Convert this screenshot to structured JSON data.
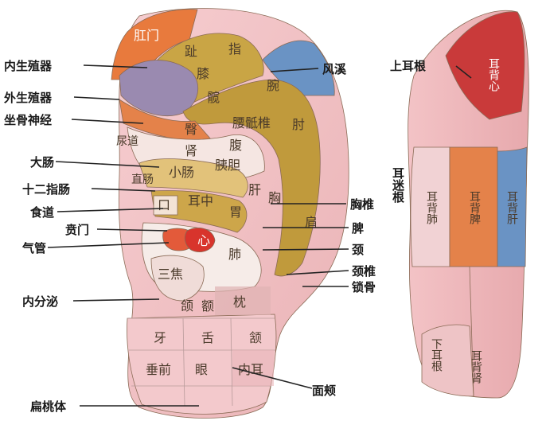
{
  "front_ear": {
    "outer_labels": {
      "inner_genital": "内生殖器",
      "outer_genital": "外生殖器",
      "sciatic": "坐骨神经",
      "large_intestine": "大肠",
      "duodenum": "十二指肠",
      "esophagus": "食道",
      "cardia": "贲门",
      "trachea": "气管",
      "endocrine": "内分泌",
      "tonsil": "扁桃体",
      "fengxi": "风溪",
      "thoracic_spine": "胸椎",
      "spleen": "脾",
      "neck": "颈",
      "cervical_spine": "颈椎",
      "clavicle": "锁骨",
      "cheek": "面颊"
    },
    "regions": {
      "anus": "肛门",
      "toe": "趾",
      "finger": "指",
      "knee": "膝",
      "hip": "髋",
      "wrist": "腕",
      "buttock": "臀",
      "lumbosacral": "腰骶椎",
      "elbow": "肘",
      "urethra": "尿道",
      "kidney": "肾",
      "abdomen": "腹",
      "rectum": "直肠",
      "small_intestine": "小肠",
      "pancreas_gb": "胰胆",
      "liver": "肝",
      "ear_center": "耳中",
      "mouth": "口",
      "stomach": "胃",
      "chest": "胸",
      "shoulder": "肩",
      "heart": "心",
      "lung": "肺",
      "sanjiao": "三焦",
      "jaw": "颌",
      "forehead": "额",
      "occiput": "枕",
      "tooth": "牙",
      "tongue": "舌",
      "mandible": "颔",
      "anterior_lobe": "垂前",
      "eye": "眼",
      "inner_ear": "内耳"
    }
  },
  "back_ear": {
    "outer_labels": {
      "upper_root": "上耳根",
      "vagus_root": "耳迷根"
    },
    "regions": {
      "heart": "耳背心",
      "lung": "耳背肺",
      "spleen": "耳背脾",
      "liver": "耳背肝",
      "lower_root": "下耳根",
      "kidney": "耳背肾"
    }
  }
}
